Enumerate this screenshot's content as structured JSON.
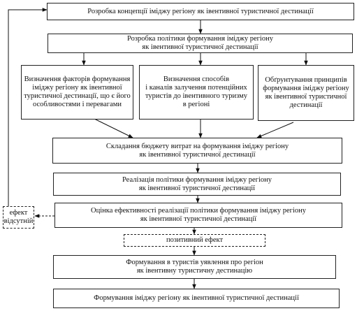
{
  "nodes": {
    "concept": "Розробка концепції іміджу регіону як івентивної туристичної дестинації",
    "policy": "Розробка політики формування іміджу регіону\nяк івентивної туристичної дестинації",
    "factors": "Визначення факторів формування іміджу регіону як івентивної туристичної дестинації, що є його особливостями і перевагами",
    "channels": "Визначення способів\nі каналів залучення потенційних туристів до івентивного туризму\nв регіоні",
    "principles": "Обґрунтування принципів формування іміджу регіону як івентивної туристичної дестинації",
    "budget": "Складання бюджету витрат на формування іміджу регіону\nяк івентивної туристичної дестинації",
    "implementation": "Реалізація політики формування іміджу регіону\nяк івентивної туристичної дестинації",
    "evaluation": "Оцінка ефективності реалізації політики формування іміджу регіону\nяк івентивної туристичної дестинації",
    "no_effect": "ефект\nвідсутній",
    "positive_effect": "позитивний ефект",
    "perception": "Формування в туристів уявлення про регіон\nяк івентивну туристичну дестинацію",
    "final": "Формування іміджу регіону як івентивної туристичної дестинації"
  }
}
